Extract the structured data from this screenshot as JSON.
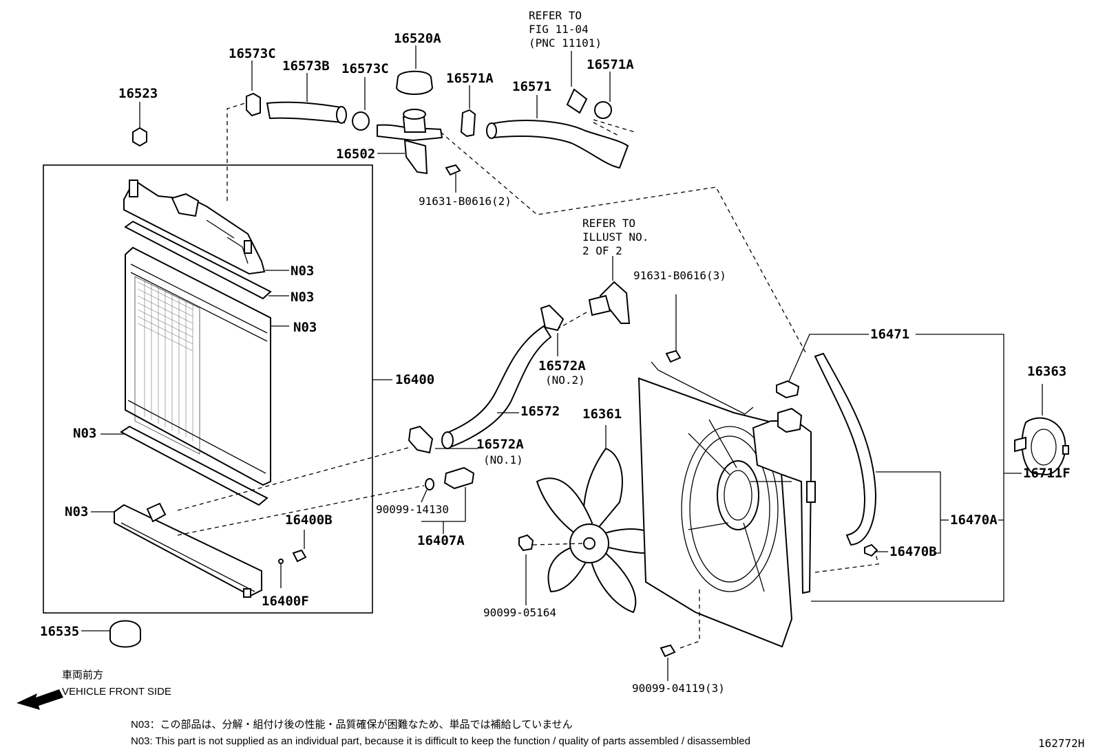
{
  "refs": {
    "fig_ref": [
      "REFER TO",
      "FIG 11-04",
      "(PNC 11101)"
    ],
    "illust_ref": [
      "REFER TO",
      "ILLUST NO.",
      "2 OF 2"
    ]
  },
  "parts": {
    "p16523": "16523",
    "p16573C_a": "16573C",
    "p16573B": "16573B",
    "p16573C_b": "16573C",
    "p16520A": "16520A",
    "p16571A_a": "16571A",
    "p16571": "16571",
    "p16571A_b": "16571A",
    "p16502": "16502",
    "p91631_2": "91631-B0616(2)",
    "p91631_3": "91631-B0616(3)",
    "n03_1": "N03",
    "n03_2": "N03",
    "n03_3": "N03",
    "n03_4": "N03",
    "n03_5": "N03",
    "p16400": "16400",
    "p16572A_2": "16572A",
    "p16572A_2_sub": "(NO.2)",
    "p16572": "16572",
    "p16572A_1": "16572A",
    "p16572A_1_sub": "(NO.1)",
    "p90099_14130": "90099-14130",
    "p16407A": "16407A",
    "p16400B": "16400B",
    "p16400F": "16400F",
    "p16535": "16535",
    "p16361": "16361",
    "p90099_05164": "90099-05164",
    "p90099_04119": "90099-04119(3)",
    "p16471": "16471",
    "p16363": "16363",
    "p16711F": "16711F",
    "p16470A": "16470A",
    "p16470B": "16470B"
  },
  "direction": {
    "jp": "車両前方",
    "en": "VEHICLE FRONT SIDE"
  },
  "notes": {
    "jp": "N03：この部品は、分解・組付け後の性能・品質確保が困難なため、単品では補給していません",
    "en": "N03: This part is not supplied as an individual part, because it is difficult to keep the function / quality of parts assembled / disassembled"
  },
  "drawing_id": "162772H"
}
